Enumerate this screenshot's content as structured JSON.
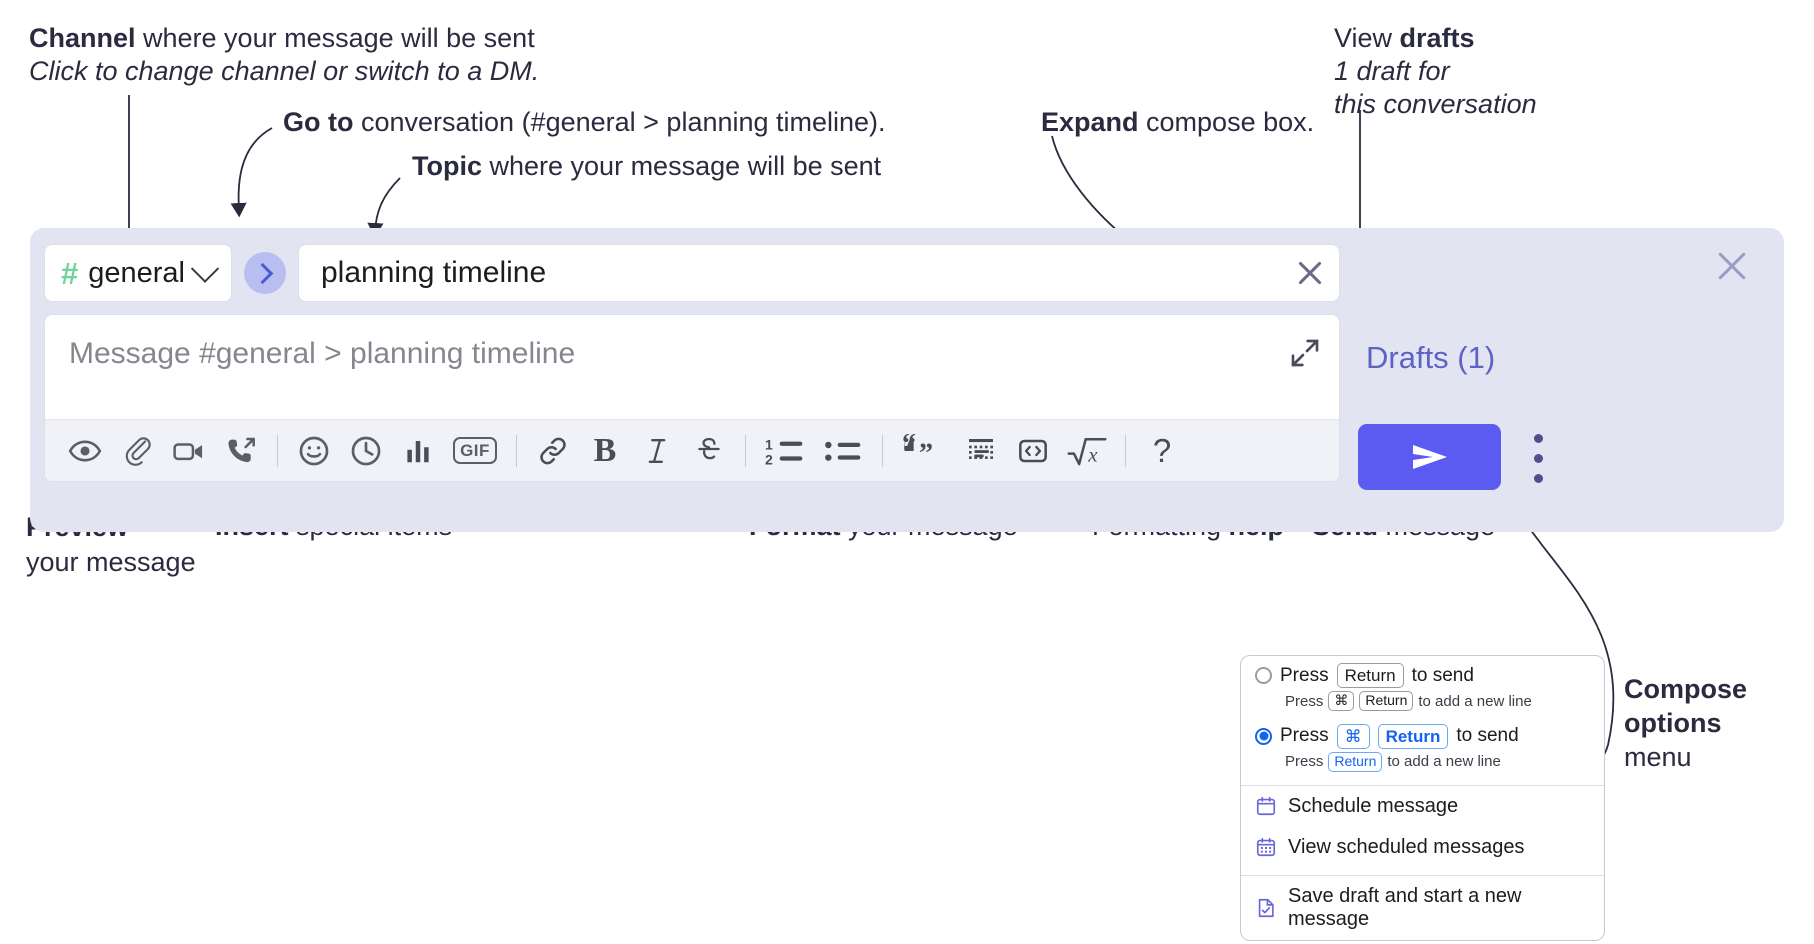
{
  "annotations": {
    "channel": {
      "line1_bold": "Channel",
      "line1_rest": " where your message will be sent",
      "line2": "Click to change channel or switch to a DM."
    },
    "goto": {
      "bold": "Go to",
      "rest": " conversation (#general > planning timeline)."
    },
    "topic": {
      "bold": "Topic",
      "rest": " where your message will be sent"
    },
    "expand": {
      "bold": "Expand",
      "rest": " compose box."
    },
    "drafts": {
      "line1_plain": "View ",
      "line1_bold": "drafts",
      "line2": "1 draft for",
      "line3": "this conversation"
    },
    "preview": {
      "bold": "Preview",
      "rest": "your message"
    },
    "insert": {
      "bold": "Insert",
      "rest": " special items"
    },
    "format": {
      "bold": "Format",
      "rest": " your message"
    },
    "help": {
      "plain": "Formatting ",
      "bold": "help"
    },
    "send": {
      "bold": "Send",
      "rest": " message"
    },
    "compose_options": {
      "line1": "Compose",
      "line2": "options",
      "line3": "menu"
    }
  },
  "compose": {
    "channel_name": "general",
    "hash_symbol": "#",
    "topic_value": "planning timeline",
    "message_placeholder": "Message #general > planning timeline",
    "drafts_label": "Drafts (1)",
    "gif_label": "GIF",
    "bold_label": "B",
    "italic_label": "I",
    "strike_label": "S",
    "quote_label": "“”",
    "help_label": "?",
    "toolbar_icons": [
      "preview-eye-icon",
      "attachment-paperclip-icon",
      "video-camera-icon",
      "phone-call-icon",
      "emoji-icon",
      "clock-icon",
      "poll-bars-icon",
      "gif-icon",
      "link-icon",
      "bold-icon",
      "italic-icon",
      "strikethrough-icon",
      "ordered-list-icon",
      "bulleted-list-icon",
      "blockquote-icon",
      "code-block-icon",
      "inline-code-icon",
      "math-icon",
      "formatting-help-icon"
    ]
  },
  "options_menu": {
    "option1": {
      "pre": "Press",
      "key": "Return",
      "post": "to send",
      "sub_pre": "Press",
      "sub_key1": "⌘",
      "sub_key2": "Return",
      "sub_post": "to add a new line",
      "selected": false
    },
    "option2": {
      "pre": "Press",
      "key1": "⌘",
      "key2": "Return",
      "post": "to send",
      "sub_pre": "Press",
      "sub_key": "Return",
      "sub_post": "to add a new line",
      "selected": true
    },
    "items": [
      {
        "label": "Schedule message",
        "icon": "calendar-icon"
      },
      {
        "label": "View scheduled messages",
        "icon": "calendar-grid-icon"
      },
      {
        "label": "Save draft and start a new message",
        "icon": "document-check-icon"
      }
    ]
  },
  "colors": {
    "panel_bg": "#e2e4f2",
    "send_button": "#5b5bf2",
    "drafts_text": "#5c63c4",
    "hash_green": "#6fd39a",
    "goto_circle": "#b8bff0",
    "accent_blue": "#1264f0",
    "toolbar_bg": "#f1f2f7",
    "text_dark": "#2b2b40"
  }
}
